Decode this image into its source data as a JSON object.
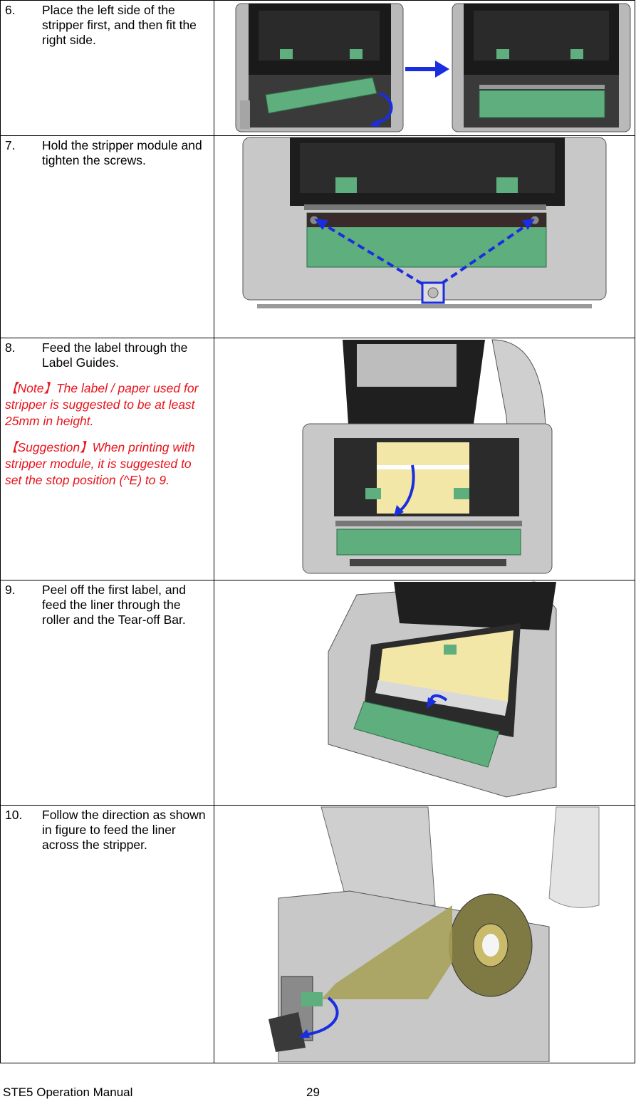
{
  "steps": [
    {
      "num": "6.",
      "text": "Place the left side of the stripper first, and then fit the right side."
    },
    {
      "num": "7.",
      "text": "Hold the stripper module and tighten the screws."
    },
    {
      "num": "8.",
      "text": "Feed the label through the Label Guides.",
      "note": "【Note】The label / paper used for stripper is suggested to be at least 25mm in height.",
      "suggestion": "【Suggestion】When printing with stripper module, it is suggested to set the stop position (^E) to 9."
    },
    {
      "num": "9.",
      "text": "Peel off the first label, and feed the liner through the roller and the Tear-off Bar."
    },
    {
      "num": "10.",
      "text": "Follow the direction as shown in figure to feed the liner across the stripper."
    }
  ],
  "footer": {
    "manual": "STE5 Operation Manual",
    "page": "29"
  },
  "colors": {
    "arrow": "#1a2ee0",
    "note": "#e8141c",
    "printer_body": "#c8c8c8",
    "stripper_green": "#5fae7e",
    "label_yellow": "#f3e7a8"
  }
}
